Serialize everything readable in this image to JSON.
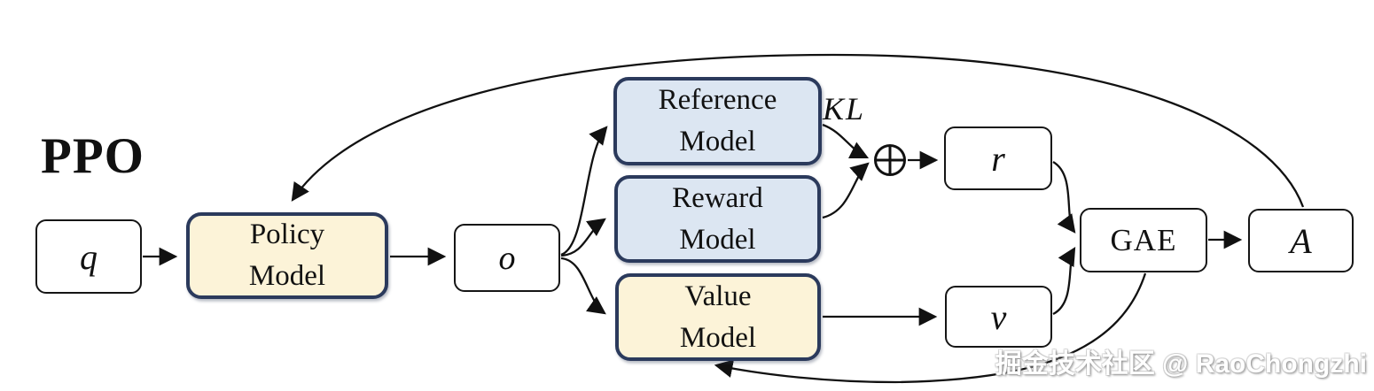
{
  "title": "PPO",
  "nodes": {
    "q": {
      "label": "q"
    },
    "policy": {
      "label": "Policy Model"
    },
    "o": {
      "label": "o"
    },
    "reference": {
      "label": "Reference Model"
    },
    "reward": {
      "label": "Reward Model"
    },
    "value": {
      "label": "Value Model"
    },
    "r": {
      "label": "r"
    },
    "v": {
      "label": "v"
    },
    "gae": {
      "label": "GAE"
    },
    "a": {
      "label": "A"
    }
  },
  "annotations": {
    "kl_label": "KL",
    "sum_icon": "circled-plus"
  },
  "edges": [
    {
      "from": "q",
      "to": "policy"
    },
    {
      "from": "policy",
      "to": "o"
    },
    {
      "from": "o",
      "to": "reference"
    },
    {
      "from": "o",
      "to": "reward"
    },
    {
      "from": "o",
      "to": "value"
    },
    {
      "from": "reference",
      "to": "sum",
      "label": "KL"
    },
    {
      "from": "reward",
      "to": "sum"
    },
    {
      "from": "sum",
      "to": "r"
    },
    {
      "from": "value",
      "to": "v"
    },
    {
      "from": "r",
      "to": "gae"
    },
    {
      "from": "v",
      "to": "gae"
    },
    {
      "from": "gae",
      "to": "a"
    },
    {
      "from": "a",
      "to": "policy",
      "style": "top-feedback-arc"
    },
    {
      "from": "gae",
      "to": "value",
      "style": "bottom-feedback-arc"
    }
  ],
  "watermark": {
    "text": "掘金技术社区 @ RaoChongzhi"
  },
  "colors": {
    "model_trained_fill": "#FCF3D8",
    "model_frozen_fill": "#DCE6F2",
    "model_border": "#2B3A5C",
    "arrow": "#111111",
    "background": "#FFFFFF"
  }
}
